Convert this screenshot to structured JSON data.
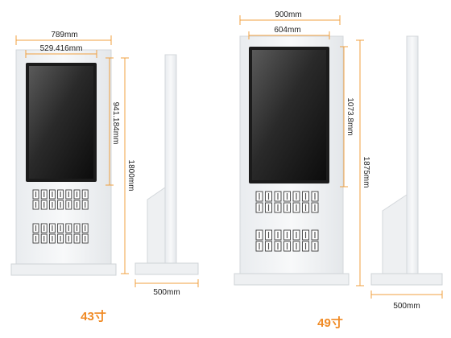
{
  "kiosk_43": {
    "overall_width": "789mm",
    "screen_width": "529.416mm",
    "screen_height": "941.184mm",
    "overall_height": "1800mm",
    "depth": "500mm",
    "size_label": "43寸"
  },
  "kiosk_49": {
    "overall_width": "900mm",
    "screen_width": "604mm",
    "screen_height": "1073.8mm",
    "overall_height": "1875mm",
    "depth": "500mm",
    "size_label": "49寸"
  },
  "colors": {
    "dimension_line": "#f0a040",
    "size_label": "#f08a24",
    "cabinet": "#f4f6f8"
  }
}
